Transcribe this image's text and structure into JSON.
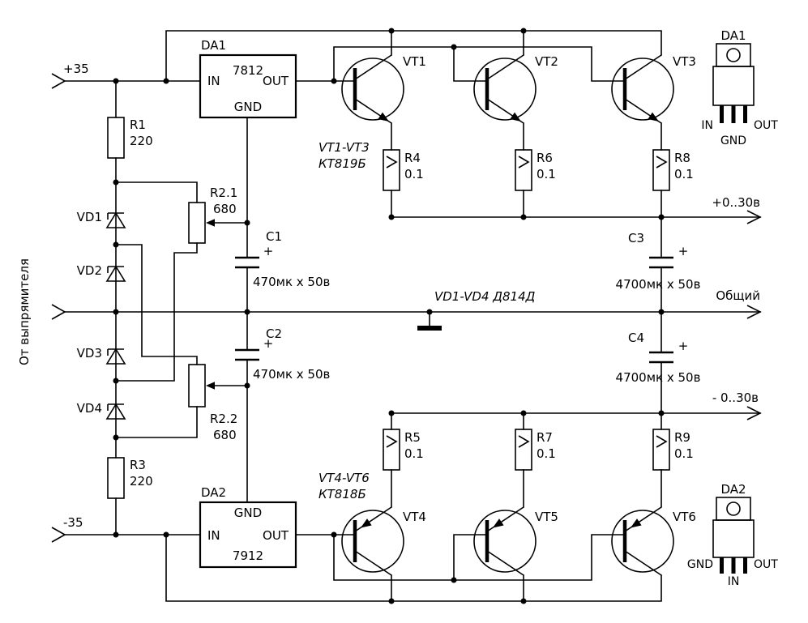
{
  "source_label": "От выпрямителя",
  "inputs": {
    "pos": "+35",
    "neg": "-35"
  },
  "outputs": {
    "pos": "+0..30в",
    "common": "Общий",
    "neg": "- 0..30в"
  },
  "regulators": {
    "da1": {
      "ref": "DA1",
      "part": "7812",
      "pin_in": "IN",
      "pin_out": "OUT",
      "pin_gnd": "GND"
    },
    "da2": {
      "ref": "DA2",
      "part": "7912",
      "pin_in": "IN",
      "pin_out": "OUT",
      "pin_gnd": "GND"
    }
  },
  "resistors": {
    "r1": {
      "ref": "R1",
      "value": "220"
    },
    "r21": {
      "ref": "R2.1",
      "value": "680"
    },
    "r22": {
      "ref": "R2.2",
      "value": "680"
    },
    "r3": {
      "ref": "R3",
      "value": "220"
    },
    "r4": {
      "ref": "R4",
      "value": "0.1"
    },
    "r5": {
      "ref": "R5",
      "value": "0.1"
    },
    "r6": {
      "ref": "R6",
      "value": "0.1"
    },
    "r7": {
      "ref": "R7",
      "value": "0.1"
    },
    "r8": {
      "ref": "R8",
      "value": "0.1"
    },
    "r9": {
      "ref": "R9",
      "value": "0.1"
    }
  },
  "capacitors": {
    "c1": {
      "ref": "C1",
      "value": "470мк x 50в",
      "plus": "+"
    },
    "c2": {
      "ref": "C2",
      "value": "470мк x 50в",
      "plus": "+"
    },
    "c3": {
      "ref": "C3",
      "value": "4700мк x 50в",
      "plus": "+"
    },
    "c4": {
      "ref": "C4",
      "value": "4700мк x 50в",
      "plus": "+"
    }
  },
  "diodes": {
    "vd1": {
      "ref": "VD1"
    },
    "vd2": {
      "ref": "VD2"
    },
    "vd3": {
      "ref": "VD3"
    },
    "vd4": {
      "ref": "VD4"
    },
    "note": "VD1-VD4 Д814Д"
  },
  "transistors": {
    "vt1": {
      "ref": "VT1"
    },
    "vt2": {
      "ref": "VT2"
    },
    "vt3": {
      "ref": "VT3"
    },
    "vt4": {
      "ref": "VT4"
    },
    "vt5": {
      "ref": "VT5"
    },
    "vt6": {
      "ref": "VT6"
    },
    "top_note_refs": "VT1-VT3",
    "top_note_part": "КТ819Б",
    "bottom_note_refs": "VT4-VT6",
    "bottom_note_part": "КТ818Б"
  },
  "packages": {
    "da1": {
      "ref": "DA1",
      "pin_left": "IN",
      "pin_right": "OUT",
      "pin_center": "GND"
    },
    "da2": {
      "ref": "DA2",
      "pin_left": "GND",
      "pin_right": "OUT",
      "pin_center": "IN"
    }
  }
}
